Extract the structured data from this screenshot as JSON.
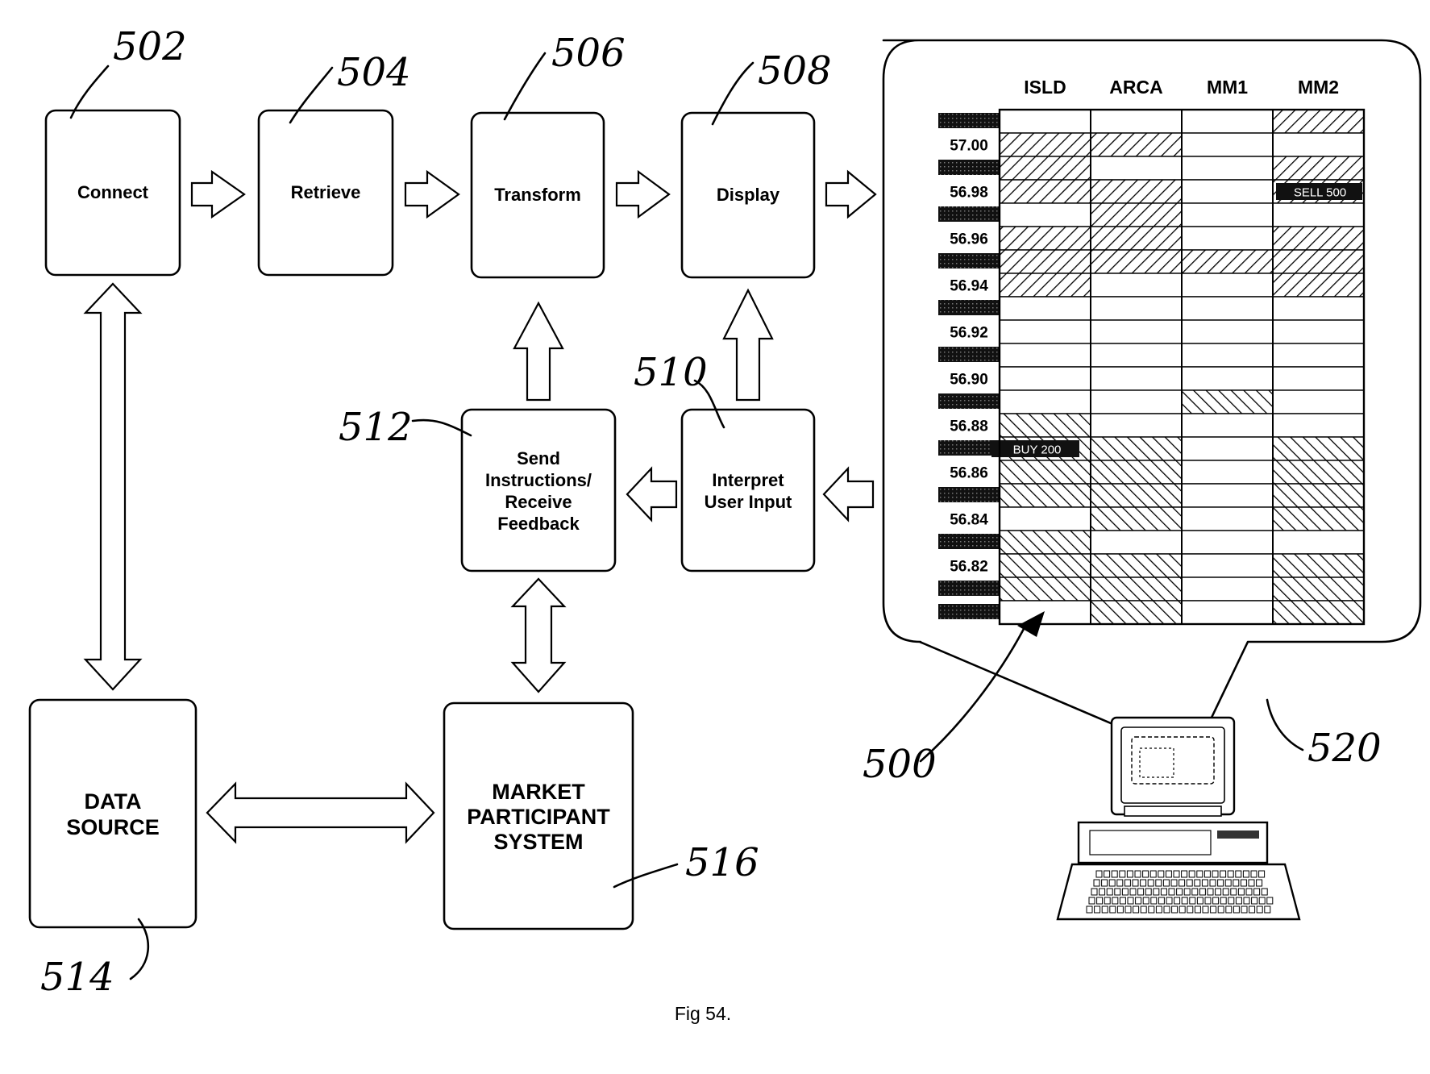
{
  "caption": "Fig 54.",
  "boxes": {
    "connect": "Connect",
    "retrieve": "Retrieve",
    "transform": "Transform",
    "display": "Display",
    "interpret": [
      "Interpret",
      "User Input"
    ],
    "send": [
      "Send",
      "Instructions/",
      "Receive",
      "Feedback"
    ],
    "data_source": [
      "DATA",
      "SOURCE"
    ],
    "market": [
      "MARKET",
      "PARTICIPANT",
      "SYSTEM"
    ]
  },
  "refs": {
    "r502": "502",
    "r504": "504",
    "r506": "506",
    "r508": "508",
    "r510": "510",
    "r512": "512",
    "r514": "514",
    "r516": "516",
    "r500": "500",
    "r520": "520"
  },
  "grid": {
    "columns": [
      "ISLD",
      "ARCA",
      "MM1",
      "MM2"
    ],
    "prices": [
      "57.00",
      "56.98",
      "56.96",
      "56.94",
      "56.92",
      "56.90",
      "56.88",
      "56.86",
      "56.84",
      "56.82"
    ],
    "sell_label": "SELL 500",
    "buy_label": "BUY 200"
  }
}
